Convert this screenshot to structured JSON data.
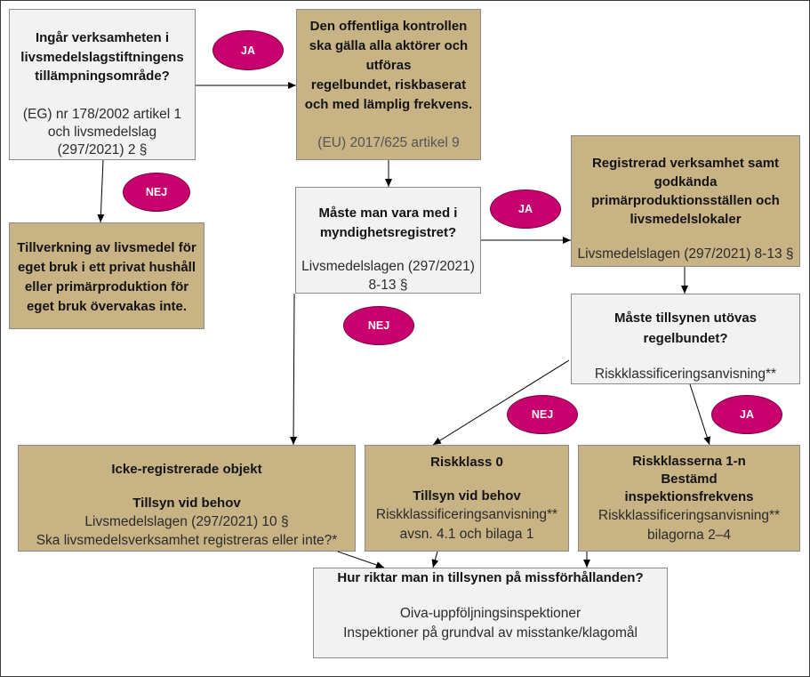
{
  "diagram": {
    "nodes": {
      "scope_question": {
        "question": [
          "Ingår verksamheten i",
          "livsmedelslagstiftningens",
          "tillämpningsområde?"
        ],
        "reference": [
          "(EG) nr 178/2002 artikel 1",
          "och livsmedelslag",
          "(297/2021) 2 §"
        ]
      },
      "official_control": {
        "statement": [
          "Den offentliga kontrollen",
          "ska gälla alla aktörer och",
          "utföras",
          "regelbundet, riskbaserat",
          "och med lämplig frekvens."
        ],
        "reference": "(EU) 2017/625 artikel 9"
      },
      "not_supervised": {
        "statement": [
          "Tillverkning av livsmedel för",
          "eget bruk i ett privat hushåll",
          "eller primärproduktion för",
          "eget bruk övervakas inte."
        ]
      },
      "registry_question": {
        "question": [
          "Måste man vara med i",
          "myndighetsregistret?"
        ],
        "reference": [
          "Livsmedelslagen (297/2021)",
          "8-13 §"
        ]
      },
      "registered": {
        "heading": [
          "Registrerad verksamhet samt",
          "godkända",
          "primärproduktionsställen och",
          "livsmedelslokaler"
        ],
        "reference": "Livsmedelslagen (297/2021) 8-13 §"
      },
      "regular_question": {
        "question": [
          "Måste tillsynen utövas",
          "regelbundet?"
        ],
        "reference": "Riskklassificeringsanvisning**"
      },
      "unregistered": {
        "heading": "Icke-registrerade objekt",
        "subheading": "Tillsyn vid behov",
        "reference": [
          "Livsmedelslagen (297/2021) 10 §",
          "Ska livsmedelsverksamhet registreras eller inte?*"
        ]
      },
      "risk_class_0": {
        "heading": "Riskklass 0",
        "subheading": "Tillsyn vid behov",
        "reference": [
          "Riskklassificeringsanvisning**",
          "avsn. 4.1 och bilaga 1"
        ]
      },
      "risk_classes_1n": {
        "heading": [
          "Riskklasserna 1-n",
          "Bestämd",
          "inspektionsfrekvens"
        ],
        "reference": [
          "Riskklassificeringsanvisning**",
          "bilagorna 2–4"
        ]
      },
      "misconduct": {
        "question": "Hur riktar man in tillsynen på missförhållanden?",
        "items": [
          "Oiva-uppföljningsinspektioner",
          "Inspektioner på grundval av misstanke/klagomål"
        ]
      }
    },
    "edge_labels": {
      "scope_yes": "JA",
      "scope_no": "NEJ",
      "registry_yes": "JA",
      "registry_no": "NEJ",
      "regular_no": "NEJ",
      "regular_yes": "JA"
    },
    "colors": {
      "decision_box": "#F2F2F2",
      "outcome_box": "#C8B385",
      "label_bubble": "#C8006E"
    }
  }
}
